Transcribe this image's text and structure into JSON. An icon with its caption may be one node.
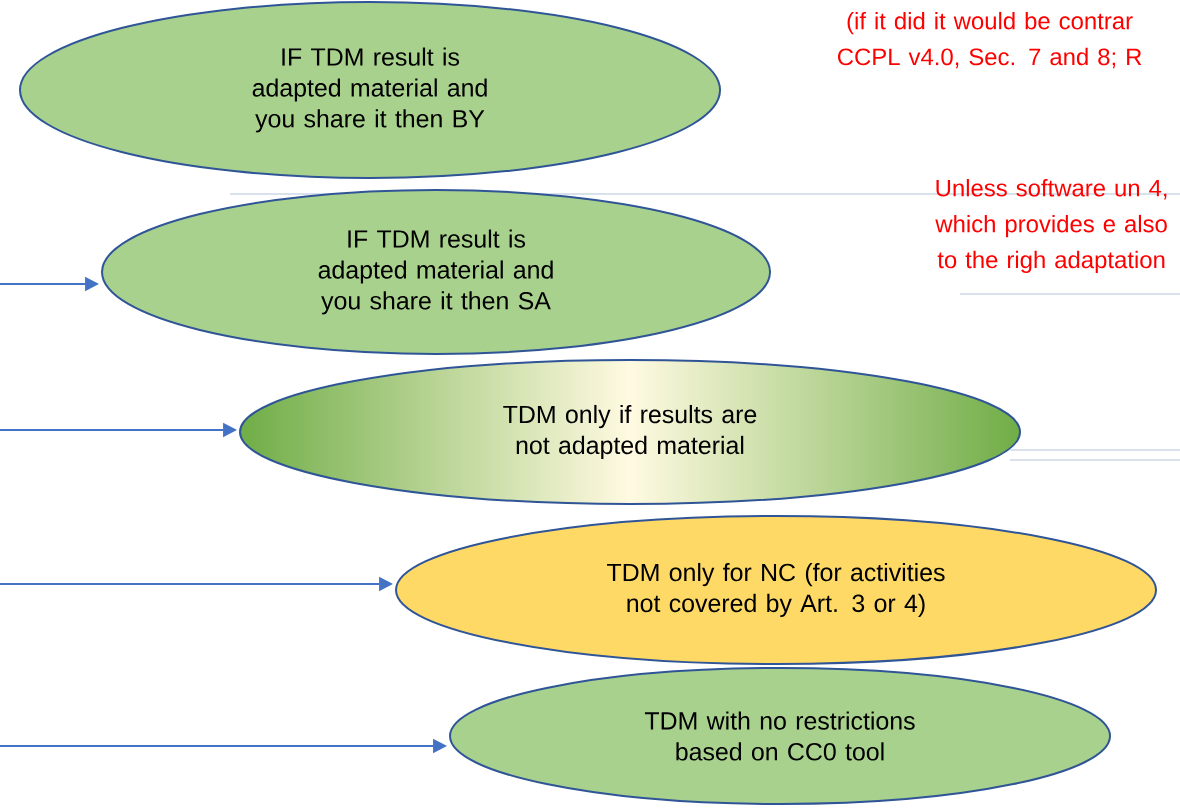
{
  "diagram": {
    "nodes": [
      {
        "text": [
          "IF TDM result is adapted material and you share it then BY"
        ]
      },
      {
        "text": [
          "IF TDM result is adapted material and you share it then SA"
        ]
      },
      {
        "text": [
          "TDM only if results are not adapted material"
        ]
      },
      {
        "text": [
          "TDM only for NC (for activities not covered by Art. 3 or 4)"
        ]
      },
      {
        "text": [
          "TDM with no restrictions based on CC0 tool"
        ]
      }
    ],
    "edges": [
      {
        "from": null,
        "to": 1,
        "arrow": "to"
      },
      {
        "from": null,
        "to": 2,
        "arrow": "to"
      },
      {
        "from": null,
        "to": 3,
        "arrow": "to"
      },
      {
        "from": null,
        "to": 4,
        "arrow": "to"
      }
    ],
    "labels": [
      "(if it did it would be contrar CCPL v4.0, Sec. 7 and 8; R",
      "Unless software un 4, which provides e also to the righ adaptation"
    ]
  }
}
